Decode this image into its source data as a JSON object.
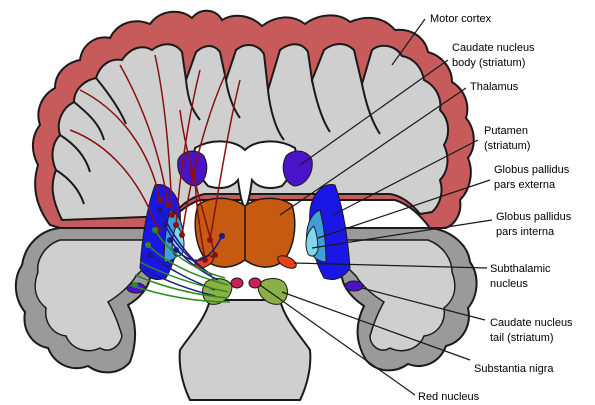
{
  "labels": {
    "motor_cortex": "Motor cortex",
    "caudate_body_1": "Caudate nucleus",
    "caudate_body_2": "body (striatum)",
    "thalamus": "Thalamus",
    "putamen_1": "Putamen",
    "putamen_2": "(striatum)",
    "gpe_1": "Globus pallidus",
    "gpe_2": "pars externa",
    "gpi_1": "Globus pallidus",
    "gpi_2": "pars interna",
    "subthalamic_1": "Subthalamic",
    "subthalamic_2": "nucleus",
    "caudate_tail_1": "Caudate nucleus",
    "caudate_tail_2": "tail (striatum)",
    "substantia_nigra": "Substantia nigra",
    "red_nucleus": "Red nucleus"
  },
  "colors": {
    "cortex": "#c75b5b",
    "white_matter": "#cfcfcf",
    "lower_cortex": "#9a9a9a",
    "outline": "#1a1a1a",
    "ventricle": "#ffffff",
    "caudate": "#4b13c8",
    "thalamus": "#c65a10",
    "putamen": "#1a16e6",
    "gpe": "#3f9fdc",
    "gpi": "#7fd6ee",
    "subthalamic": "#e8401a",
    "substantia_nigra": "#8cb046",
    "red_nucleus": "#cc1f5f",
    "pathway_cortical": "#8b1010",
    "pathway_striatal": "#1a1a80",
    "pathway_nigral": "#2e8b1e"
  }
}
